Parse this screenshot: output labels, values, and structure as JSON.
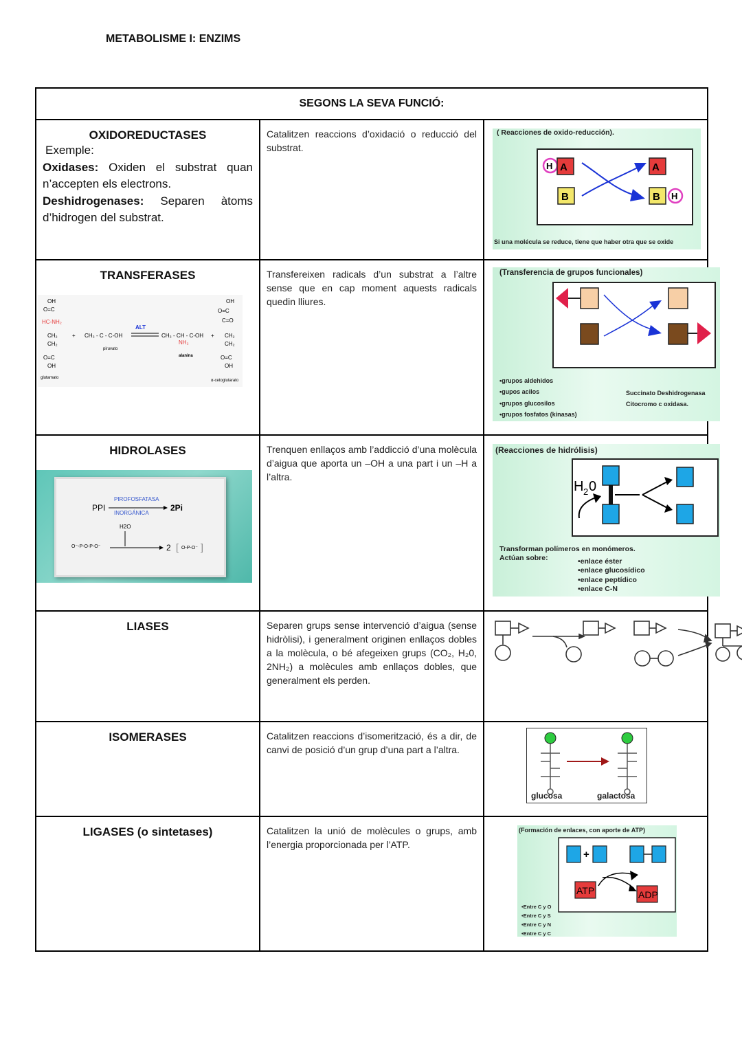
{
  "title": "METABOLISME I: ENZIMS",
  "table_header": "SEGONS LA SEVA FUNCIÓ:",
  "rows": [
    {
      "name": "OXIDOREDUCTASES",
      "example_label": "Exemple:",
      "ex1_bold": "Oxidases:",
      "ex1_text": " Oxiden el substrat quan n’accepten els electrons.",
      "ex2_bold": "Deshidrogenases:",
      "ex2_text": " Separen àtoms d’hidrogen del substrat.",
      "description": "Catalitzen reaccions d’oxidació o reducció del substrat.",
      "fig_title": "( Reacciones de oxido-reducción).",
      "fig_caption": "Si una molécula se reduce, tiene que haber otra que se oxide"
    },
    {
      "name": "TRANSFERASES",
      "description": "Transfereixen radicals d’un substrat a l’altre sense que en cap moment aquests radicals quedin lliures.",
      "fig_title": "(Transferencia de grupos funcionales)",
      "fig_list": [
        "•grupos aldehidos",
        "•gupos acilos",
        "•grupos glucosilos",
        "•grupos fosfatos (kinasas)"
      ],
      "fig_examples": [
        "Succinato Deshidrogenasa",
        "Citocromo c oxidasa."
      ],
      "chem": {
        "enzyme": "ALT",
        "piruvato": "piruvato",
        "alanina": "alanina",
        "glutamato": "glutamato",
        "cetoglutarato": "α-cetoglutarato"
      }
    },
    {
      "name": "HIDROLASES",
      "description": "Trenquen enllaços amb l’addicció d’una molècula d’aigua que aporta un –OH a una part i un –H a l’altra.",
      "fig_title": "(Reacciones de hidrólisis)",
      "fig_text1": "Transforman polímeros en monómeros.",
      "fig_text2": "Actúan sobre:",
      "fig_list": [
        "•enlace éster",
        "•enlace glucosídico",
        "•enlace peptídico",
        "•enlace C-N"
      ],
      "chem": {
        "ppi": "PPI",
        "enzyme1": "PIROFOSFATASA",
        "enzyme2": "INORGÁNICA",
        "product": "2Pi",
        "water": "H2O",
        "coef": "2"
      }
    },
    {
      "name": "LIASES",
      "description": "Separen grups sense intervenció d’aigua (sense hidròlisi), i generalment originen enllaços dobles a la molècula, o bé afegeixen grups (CO₂, H₂0, 2NH₂) a molècules amb enllaços dobles, que generalment els perden."
    },
    {
      "name": "ISOMERASES",
      "description": "Catalitzen reaccions d’isomerització, és a dir, de canvi de posició d’un grup d’una part a l’altra.",
      "fig_left": "glucosa",
      "fig_right": "galactosa"
    },
    {
      "name": "LIGASES (o sintetases)",
      "description": "Catalitzen la unió de molècules o grups, amb l’energia proporcionada per l’ATP.",
      "fig_title": "(Formación de enlaces, con aporte de ATP)",
      "fig_atp": "ATP",
      "fig_adp": "ADP",
      "fig_list": [
        "•Entre C y O",
        "•Entre C y S",
        "•Entre C y N",
        "•Entre C y C"
      ]
    }
  ],
  "colors": {
    "red": "#e53b3b",
    "blue": "#1a33d6",
    "pink": "#e040c0",
    "cyan": "#1ea6e6",
    "peach": "#f7cfa6",
    "brown": "#7a4a1e",
    "green_bg": "#d4f5e2"
  }
}
